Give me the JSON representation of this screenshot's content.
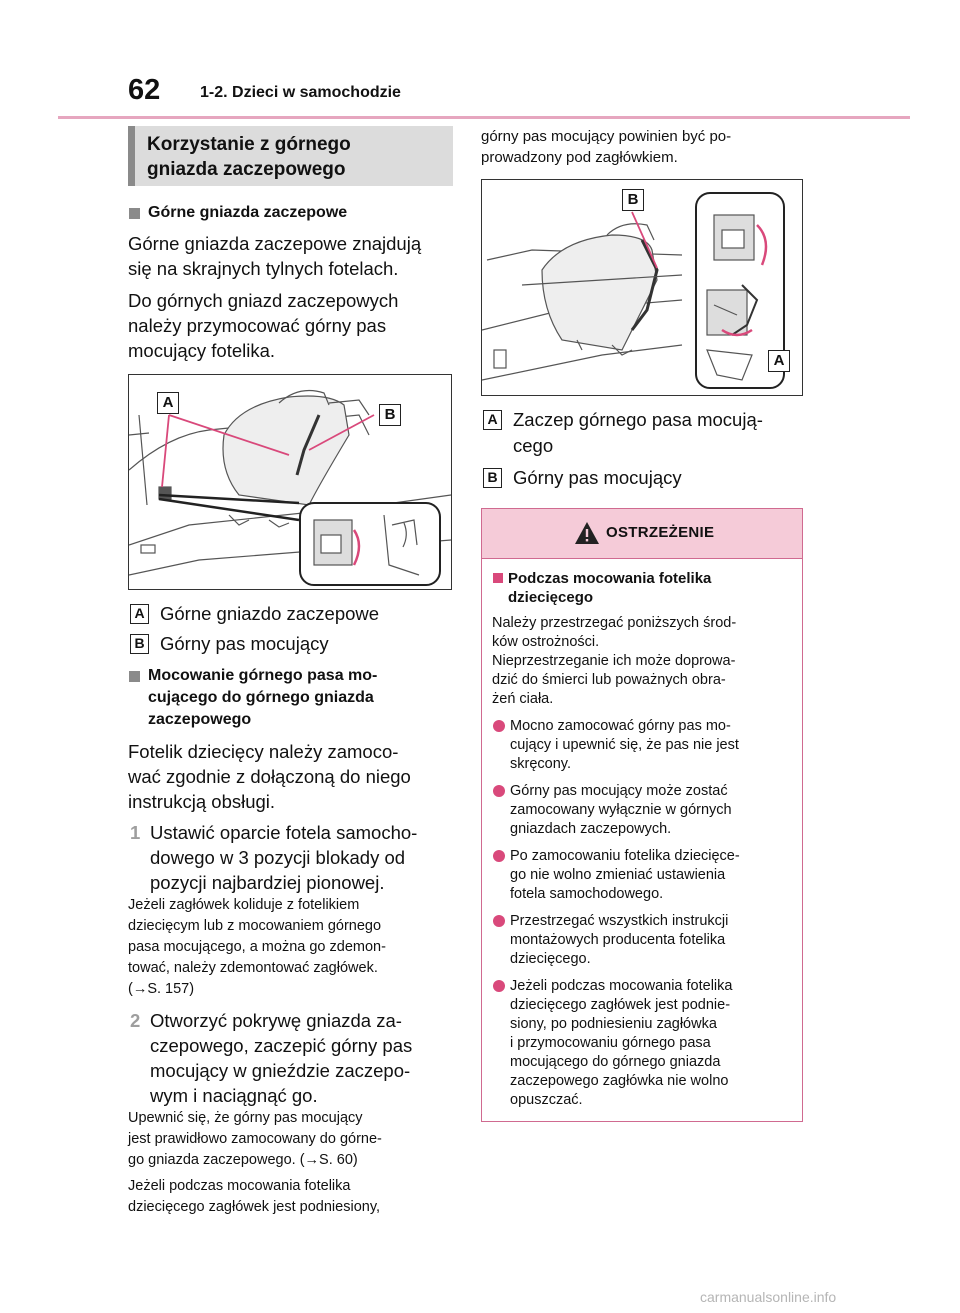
{
  "header": {
    "page_number": "62",
    "chapter": "1-2. Dzieci w samochodzie"
  },
  "left": {
    "section_title": [
      "Korzystanie z górnego",
      "gniazda zaczepowego"
    ],
    "sub1_title": "Górne gniazda zaczepowe",
    "p1": [
      "Górne gniazda zaczepowe znajdują",
      "się na skrajnych tylnych fotelach."
    ],
    "p2": [
      "Do górnych gniazd zaczepowych",
      "należy przymocować górny pas",
      "mocujący fotelika."
    ],
    "figure1_labels": {
      "a": "A",
      "b": "B"
    },
    "legend": [
      {
        "badge": "A",
        "text": "Górne gniazdo zaczepowe"
      },
      {
        "badge": "B",
        "text": "Górny pas mocujący"
      }
    ],
    "sub2_title": [
      "Mocowanie górnego pasa mo-",
      "cującego do górnego gniazda",
      "zaczepowego"
    ],
    "p3": [
      "Fotelik dziecięcy należy zamoco-",
      "wać zgodnie z dołączoną do niego",
      "instrukcją obsługi."
    ],
    "step1": {
      "num": "1",
      "lines": [
        "Ustawić oparcie fotela samocho-",
        "dowego w 3 pozycji blokady od",
        "pozycji najbardziej pionowej."
      ]
    },
    "note1": [
      "Jeżeli zagłówek koliduje z fotelikiem",
      "dziecięcym lub z mocowaniem górnego",
      "pasa mocującego, a można go zdemon-",
      "tować, należy zdemontować zagłówek.",
      "(→S. 157)"
    ],
    "step2": {
      "num": "2",
      "lines": [
        "Otworzyć pokrywę gniazda za-",
        "czepowego, zaczepić górny pas",
        "mocujący w gnieździe zaczepo-",
        "wym i naciągnąć go."
      ]
    },
    "note2": [
      "Upewnić się, że górny pas mocujący",
      "jest prawidłowo zamocowany do górne-",
      "go gniazda zaczepowego. (→S. 60)"
    ],
    "note3": [
      "Jeżeli podczas mocowania fotelika",
      "dziecięcego zagłówek jest podniesiony,"
    ]
  },
  "right": {
    "p_cont": [
      "górny pas mocujący powinien być po-",
      "prowadzony pod zagłówkiem."
    ],
    "figure2_labels": {
      "a": "A",
      "b": "B"
    },
    "legend": [
      {
        "badge": "A",
        "lines": [
          "Zaczep górnego pasa mocują-",
          "cego"
        ]
      },
      {
        "badge": "B",
        "lines": [
          "Górny pas mocujący"
        ]
      }
    ]
  },
  "warning": {
    "title": "OSTRZEŻENIE",
    "sub_title": [
      "Podczas mocowania fotelika",
      "dziecięcego"
    ],
    "intro": [
      "Należy przestrzegać poniższych środ-",
      "ków ostrożności.",
      "Nieprzestrzeganie ich może doprowa-",
      "dzić do śmierci lub poważnych obra-",
      "żeń ciała."
    ],
    "bullets": [
      [
        "Mocno zamocować górny pas mo-",
        "cujący i upewnić się, że pas nie jest",
        "skręcony."
      ],
      [
        "Górny pas mocujący może zostać",
        "zamocowany wyłącznie w górnych",
        "gniazdach zaczepowych."
      ],
      [
        "Po zamocowaniu fotelika dziecięce-",
        "go nie wolno zmieniać ustawienia",
        "fotela samochodowego."
      ],
      [
        "Przestrzegać wszystkich instrukcji",
        "montażowych producenta fotelika",
        "dziecięcego."
      ],
      [
        "Jeżeli podczas mocowania fotelika",
        "dziecięcego zagłówek jest podnie-",
        "siony, po podniesieniu zagłówka",
        "i przymocowaniu górnego pasa",
        "mocującego do górnego gniazda",
        "zaczepowego zagłówka nie wolno",
        "opuszczać."
      ]
    ]
  },
  "watermark": "carmanualsonline.info",
  "colors": {
    "accent_pink": "#d9497b",
    "header_rule": "#e6a6bf",
    "section_gray": "#dcdcdc"
  }
}
